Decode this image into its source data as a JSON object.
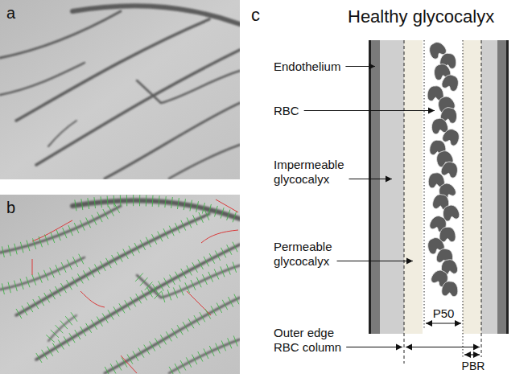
{
  "diagram": {
    "title": "Healthy glycocalyx",
    "labels": [
      "a",
      "b",
      "c",
      "Endothelium",
      "RBC",
      "Impermeable glycocalyx",
      "Permeable glycocalyx",
      "Outer edge RBC column",
      "P50",
      "PBR"
    ]
  }
}
